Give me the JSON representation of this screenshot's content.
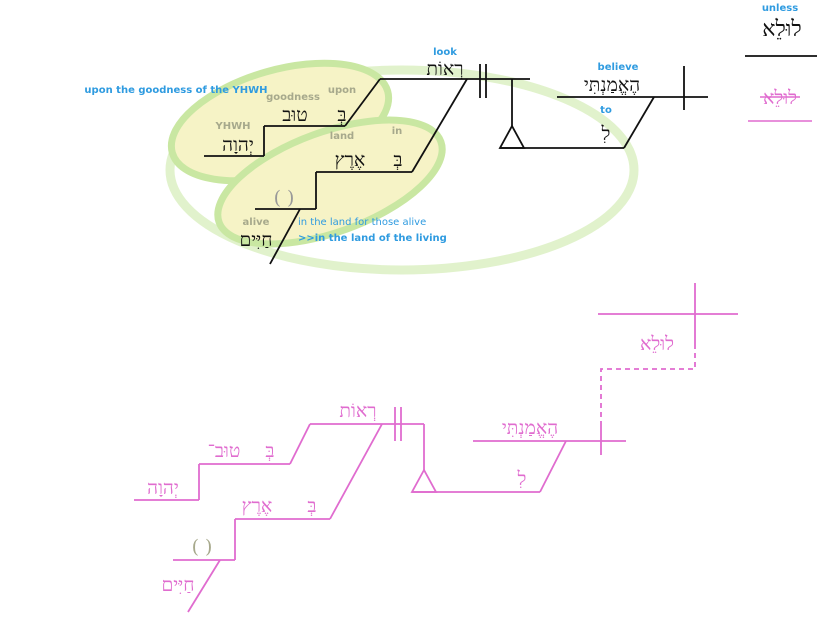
{
  "colors": {
    "gloss_blue": "#2f9be0",
    "gloss_gray": "#a7a98c",
    "pink": "#e06ccf",
    "black": "#111111",
    "highlight_fill": "#f6f3c6",
    "highlight_ring": "#c9e7a2",
    "legend_gray": "#999999"
  },
  "legend": {
    "gloss": "unless",
    "hebrew": "לוּלֵא",
    "struck_hebrew": "לוּלֵא"
  },
  "top": {
    "verb_gloss": "look",
    "verb": "רְאוֹת",
    "believe_gloss": "believe",
    "believe": "הֶאֱמַנְתִּי",
    "to_gloss": "to",
    "to": "לִ",
    "upon_phrase_gloss": "upon the goodness of the YHWH",
    "goodness_gloss": "goodness",
    "goodness": "טוּב",
    "upon_gloss": "upon",
    "upon": "בְּ",
    "yhwh_gloss": "YHWH",
    "yhwh": "יְהוָה",
    "land_gloss": "land",
    "land": "אֶרֶץ",
    "in_gloss": "in",
    "in": "בְּ",
    "paren": "(   )",
    "alive_gloss": "alive",
    "alive": "חַיִּים",
    "note1": "in the land for those alive",
    "note2": ">>in the land of the living"
  },
  "bottom": {
    "lule": "לוּלֵא",
    "verb": "רְאוֹת",
    "believe": "הֶאֱמַנְתִּי",
    "to": "לִ",
    "upon": "בְּ",
    "goodness": "טוּב־",
    "yhwh": "יְהוָה",
    "in": "בְּ",
    "land": "אֶרֶץ",
    "paren": "(   )",
    "alive": "חַיִּים"
  }
}
